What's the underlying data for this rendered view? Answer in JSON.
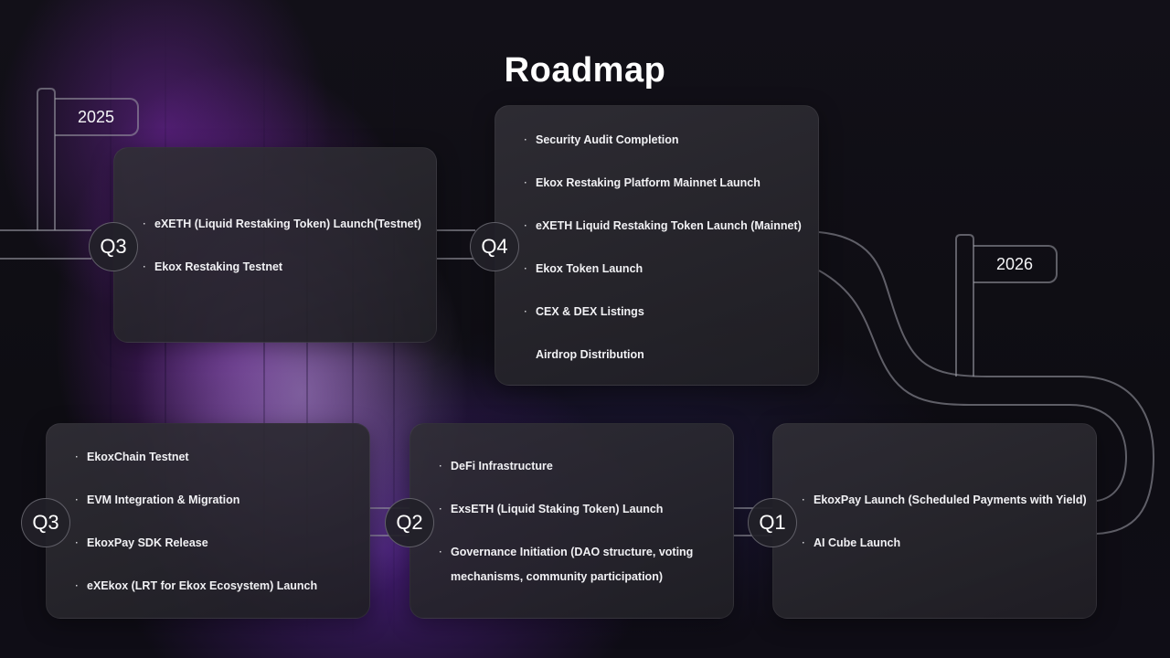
{
  "title": "Roadmap",
  "years": [
    {
      "label": "2025"
    },
    {
      "label": "2026"
    }
  ],
  "milestones": [
    {
      "quarter": "Q3",
      "year": "2025",
      "items": [
        {
          "bullet": "·",
          "text": "eXETH (Liquid Restaking Token) Launch(Testnet)"
        },
        {
          "bullet": "·",
          "text": "Ekox Restaking Testnet"
        }
      ]
    },
    {
      "quarter": "Q4",
      "year": "2025",
      "items": [
        {
          "bullet": "·",
          "text": "Security Audit Completion"
        },
        {
          "bullet": "·",
          "text": "Ekox Restaking Platform Mainnet Launch"
        },
        {
          "bullet": "·",
          "text": "eXETH Liquid Restaking Token  Launch (Mainnet)"
        },
        {
          "bullet": "·",
          "text": "Ekox Token Launch"
        },
        {
          "bullet": "·",
          "text": "CEX & DEX Listings"
        },
        {
          "bullet": "",
          "text": "Airdrop Distribution"
        }
      ]
    },
    {
      "quarter": "Q1",
      "year": "2026",
      "items": [
        {
          "bullet": "·",
          "text": "EkoxPay Launch (Scheduled Payments with Yield)"
        },
        {
          "bullet": "·",
          "text": "AI Cube Launch"
        }
      ]
    },
    {
      "quarter": "Q2",
      "year": "2026",
      "items": [
        {
          "bullet": "·",
          "text": "DeFi Infrastructure"
        },
        {
          "bullet": "·",
          "text": "ExsETH (Liquid Staking Token) Launch"
        },
        {
          "bullet": "·",
          "text": "Governance Initiation (DAO structure, voting mechanisms, community participation)"
        }
      ]
    },
    {
      "quarter": "Q3",
      "year": "2026",
      "items": [
        {
          "bullet": "·",
          "text": "EkoxChain Testnet"
        },
        {
          "bullet": "·",
          "text": "EVM Integration & Migration"
        },
        {
          "bullet": "·",
          "text": "EkoxPay SDK Release"
        },
        {
          "bullet": "·",
          "text": "eXEkox (LRT for Ekox Ecosystem) Launch"
        }
      ]
    }
  ],
  "colors": {
    "background": "#0d0d10",
    "accent_purple": "#8c28c8",
    "card": "#2a2930",
    "track_line": "#8e8e96",
    "text": "#f2f2f4"
  }
}
